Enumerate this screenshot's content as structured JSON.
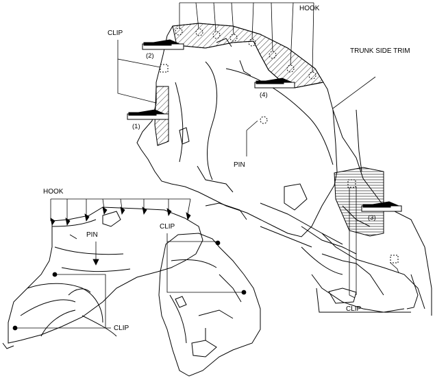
{
  "labels": {
    "hook_top": "HOOK",
    "clip_top": "CLIP",
    "trunk_side_trim": "TRUNK SIDE TRIM",
    "pin_top": "PIN",
    "clip_right": "CLIP",
    "hook_bottom": "HOOK",
    "pin_bottom": "PIN",
    "clip_bottom_center": "CLIP",
    "clip_bottom_left": "CLIP"
  },
  "steps": [
    "(1)",
    "(2)",
    "(3)",
    "(4)"
  ]
}
